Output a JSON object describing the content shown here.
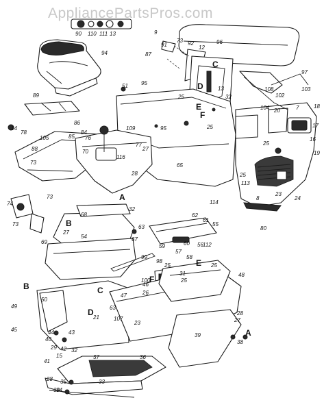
{
  "watermark": "AppliancePartsPros.com",
  "callouts": [
    "90",
    "110",
    "111",
    "13",
    "94",
    "9",
    "91",
    "73",
    "92",
    "12",
    "96",
    "87",
    "97",
    "108",
    "102",
    "103",
    "51",
    "95",
    "C",
    "13",
    "D",
    "32",
    "25",
    "E",
    "104",
    "20",
    "7",
    "18",
    "F",
    "17",
    "16",
    "19",
    "95",
    "25",
    "65",
    "25",
    "25",
    "113",
    "114",
    "8",
    "23",
    "24",
    "80",
    "89",
    "86",
    "109",
    "14",
    "78",
    "105",
    "85",
    "84",
    "76",
    "88",
    "116",
    "70",
    "28",
    "27",
    "77",
    "73",
    "74",
    "73",
    "73",
    "69",
    "A",
    "68",
    "32",
    "B",
    "27",
    "54",
    "67",
    "63",
    "62",
    "61",
    "55",
    "59",
    "60",
    "56",
    "57",
    "58",
    "112",
    "99",
    "98",
    "25",
    "31",
    "F",
    "100",
    "25",
    "25",
    "48",
    "B",
    "50",
    "C",
    "47",
    "49",
    "D",
    "107",
    "26",
    "63",
    "E",
    "46",
    "23",
    "45",
    "21",
    "44",
    "43",
    "40",
    "42",
    "29",
    "32",
    "27",
    "28",
    "38",
    "39",
    "A",
    "41",
    "15",
    "37",
    "36",
    "28",
    "35",
    "34",
    "33",
    "30"
  ],
  "bold_callouts": [
    "A",
    "B",
    "C",
    "D",
    "E",
    "F"
  ]
}
